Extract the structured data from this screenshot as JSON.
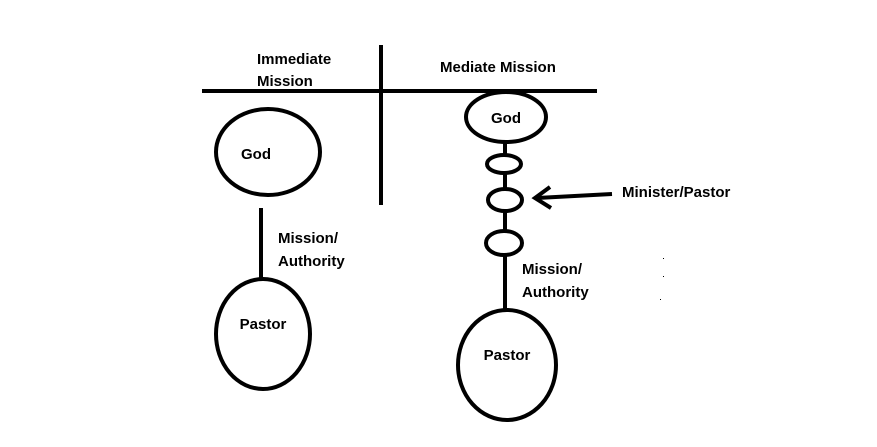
{
  "headers": {
    "left": [
      "Immediate",
      "Mission"
    ],
    "right": "Mediate Mission"
  },
  "left_diagram": {
    "top_node": "God",
    "bottom_node": "Pastor",
    "link_label": [
      "Mission/",
      "Authority"
    ]
  },
  "right_diagram": {
    "top_node": "God",
    "bottom_node": "Pastor",
    "link_label": [
      "Mission/",
      "Authority"
    ],
    "chain_links": 3,
    "arrow_label": "Minister/Pastor"
  },
  "colors": {
    "ink": "#000000",
    "background": "#ffffff"
  }
}
